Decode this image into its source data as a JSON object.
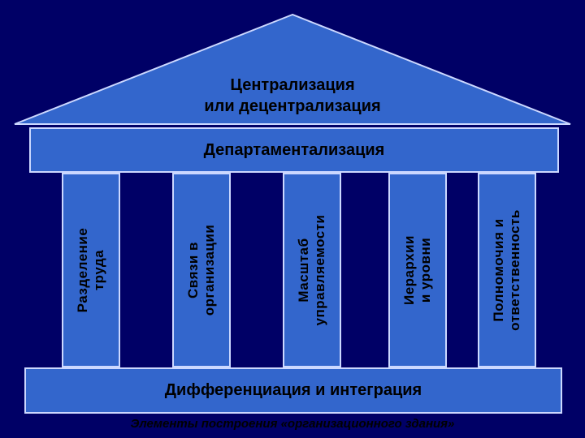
{
  "roof": {
    "line1": "Централизация",
    "line2": "или децентрализация"
  },
  "beam": {
    "label": "Департаментализация"
  },
  "pillars": [
    {
      "line1": "Разделение",
      "line2": "труда"
    },
    {
      "line1": "Связи в",
      "line2": "организации"
    },
    {
      "line1": "Масштаб",
      "line2": "управляемости"
    },
    {
      "line1": "Иерархии",
      "line2": "и уровни"
    },
    {
      "line1": "Полномочия и",
      "line2": "ответственность"
    }
  ],
  "base": {
    "label": "Дифференциация и интеграция"
  },
  "caption": "Элементы построения «организационного здания»",
  "colors": {
    "background": "#000066",
    "fill": "#3366cc",
    "outline": "#ccd8ff",
    "text": "#000000"
  }
}
